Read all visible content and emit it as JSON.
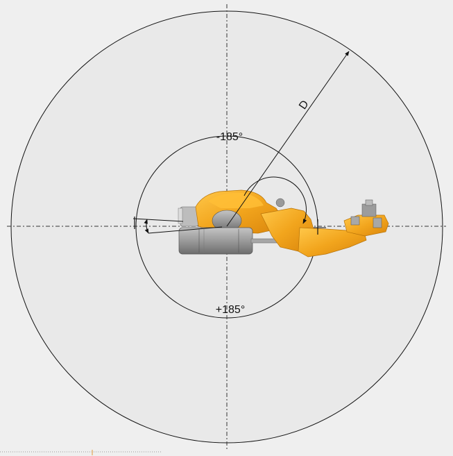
{
  "labels": {
    "diameter": "D",
    "angle_negative": "-185°",
    "angle_positive": "+185°"
  },
  "colors": {
    "background": "#efefef",
    "disc": "#e9e9e9",
    "robot_orange": "#f2a51d",
    "robot_gray": "#8f8f8f",
    "lines": "#111111"
  },
  "icons": {
    "robot": "industrial-robot-top-view"
  }
}
